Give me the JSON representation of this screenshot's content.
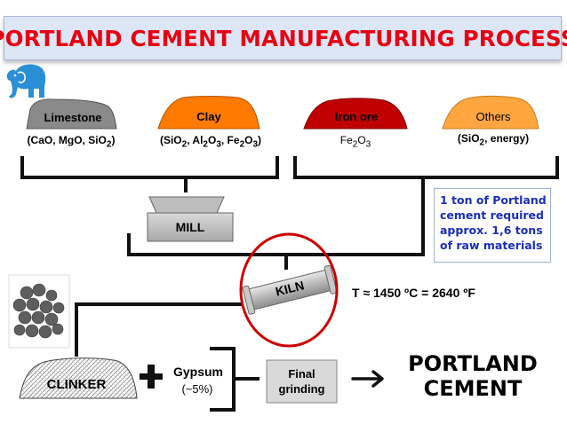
{
  "title": "PORTLAND CEMENT MANUFACTURING PROCESS",
  "materials": [
    {
      "name": "Limestone",
      "color": "#8a8a8a",
      "formula": [
        "(CaO, MgO, SiO",
        "2",
        ")",
        ""
      ]
    },
    {
      "name": "Clay",
      "color": "#ff7a00",
      "formula": [
        "(SiO",
        "2",
        ", Al",
        "2",
        "O",
        "3",
        ", Fe",
        "2",
        "O",
        "3",
        ")"
      ]
    },
    {
      "name": "Iron ore",
      "color": "#c00000",
      "formula": [
        "Fe",
        "2",
        "O",
        "3"
      ]
    },
    {
      "name": "Others",
      "color": "#ffa640",
      "formula": [
        "(SiO",
        "2",
        ", energy)"
      ]
    }
  ],
  "mill": {
    "label": "MILL"
  },
  "kiln": {
    "label": "KILN",
    "temperature": "T ≈ 1450 ºC = 2640 ºF"
  },
  "info": {
    "lines": [
      "1 ton of Portland",
      "cement required",
      "approx. 1,6 tons",
      "of raw materials"
    ]
  },
  "clinker": {
    "label": "CLINKER"
  },
  "plus": "+",
  "gypsum": {
    "label": "Gypsum",
    "amount": "(~5%)"
  },
  "final_grinding": {
    "line1": "Final",
    "line2": "grinding"
  },
  "result": {
    "line1": "PORTLAND",
    "line2": "CEMENT"
  },
  "colors": {
    "title": "#e60012",
    "info_text": "#1a2fb8",
    "kiln_circle": "#cc0000"
  }
}
